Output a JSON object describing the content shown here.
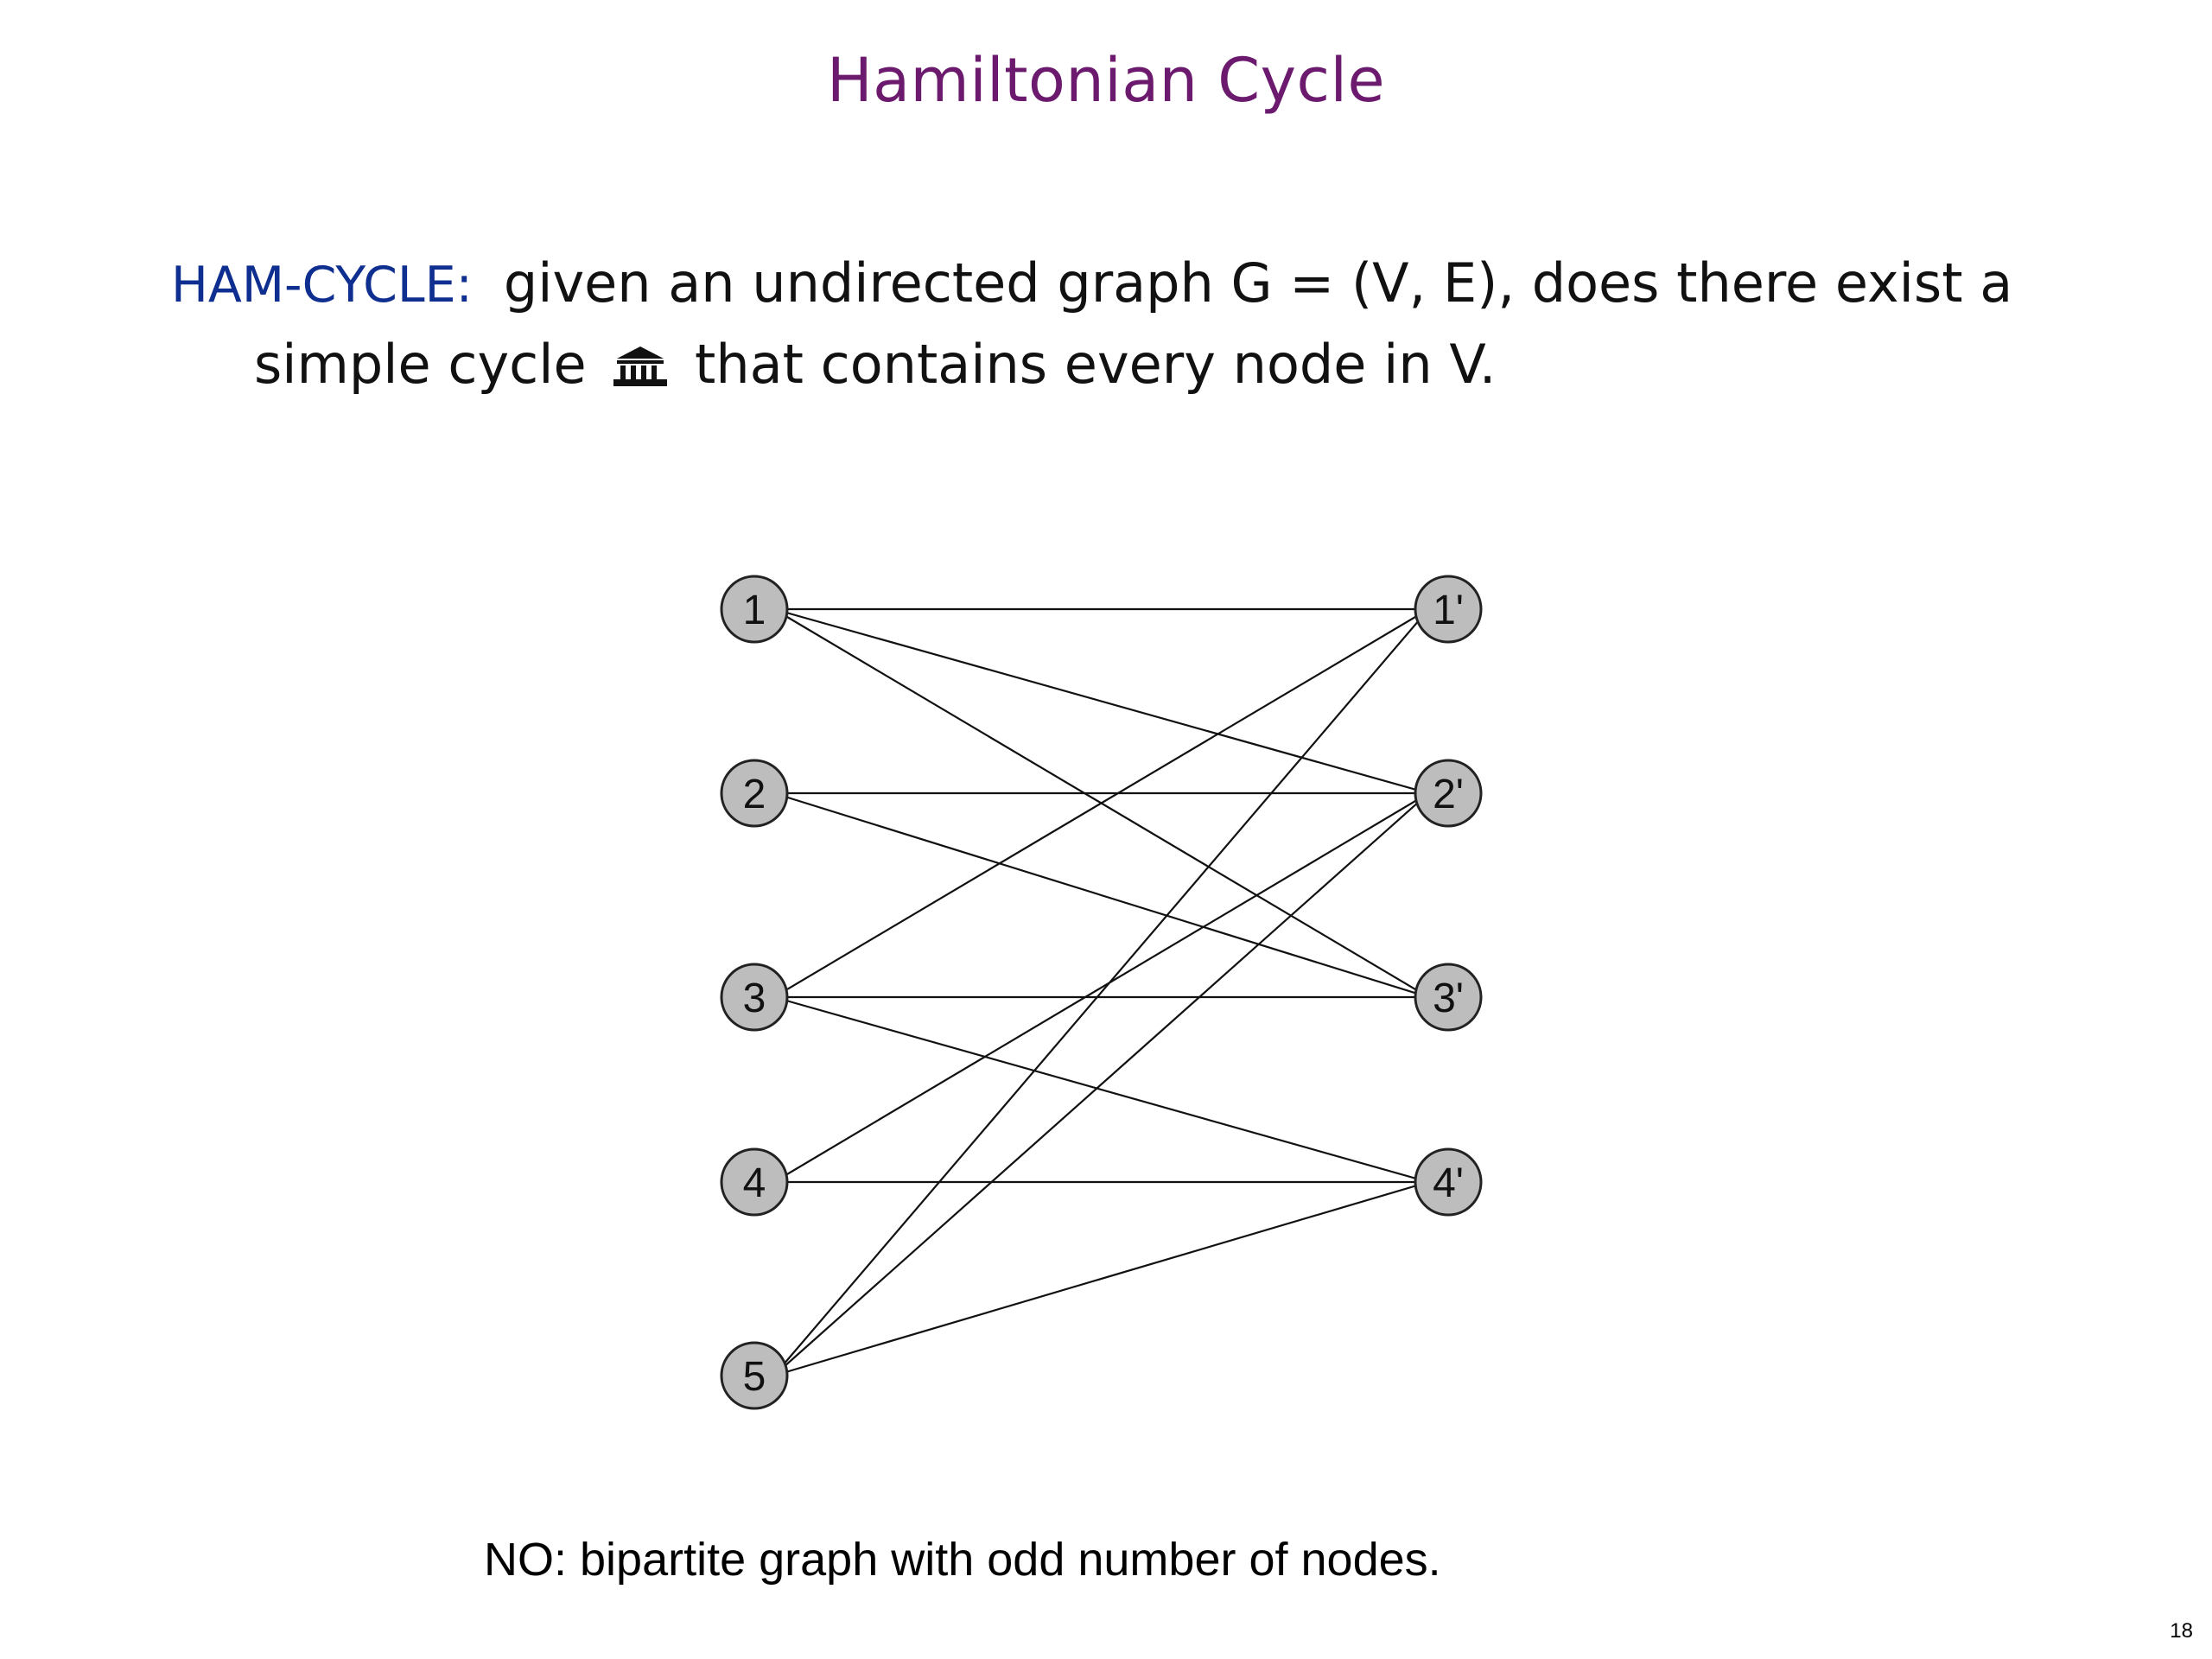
{
  "slide": {
    "title": "Hamiltonian Cycle",
    "page_number": "18"
  },
  "definition": {
    "term": "HAM-CYCLE:",
    "line1": "given an undirected graph G = (V, E), does there exist a",
    "line2_before": "simple cycle",
    "symbol_icon": "cycle-gamma-icon",
    "line2_after": "that contains every node in V."
  },
  "graph": {
    "left_nodes": [
      {
        "id": "1",
        "label": "1"
      },
      {
        "id": "2",
        "label": "2"
      },
      {
        "id": "3",
        "label": "3"
      },
      {
        "id": "4",
        "label": "4"
      },
      {
        "id": "5",
        "label": "5"
      }
    ],
    "right_nodes": [
      {
        "id": "1'",
        "label": "1'"
      },
      {
        "id": "2'",
        "label": "2'"
      },
      {
        "id": "3'",
        "label": "3'"
      },
      {
        "id": "4'",
        "label": "4'"
      }
    ],
    "edges": [
      [
        "1",
        "1'"
      ],
      [
        "1",
        "2'"
      ],
      [
        "1",
        "3'"
      ],
      [
        "2",
        "2'"
      ],
      [
        "2",
        "3'"
      ],
      [
        "3",
        "1'"
      ],
      [
        "3",
        "3'"
      ],
      [
        "3",
        "4'"
      ],
      [
        "4",
        "2'"
      ],
      [
        "4",
        "4'"
      ],
      [
        "5",
        "1'"
      ],
      [
        "5",
        "2'"
      ],
      [
        "5",
        "4'"
      ]
    ],
    "node_fill": "#bdbdbd",
    "node_stroke": "#222222",
    "edge_color": "#111111"
  },
  "caption": "NO:  bipartite graph with odd number of nodes."
}
